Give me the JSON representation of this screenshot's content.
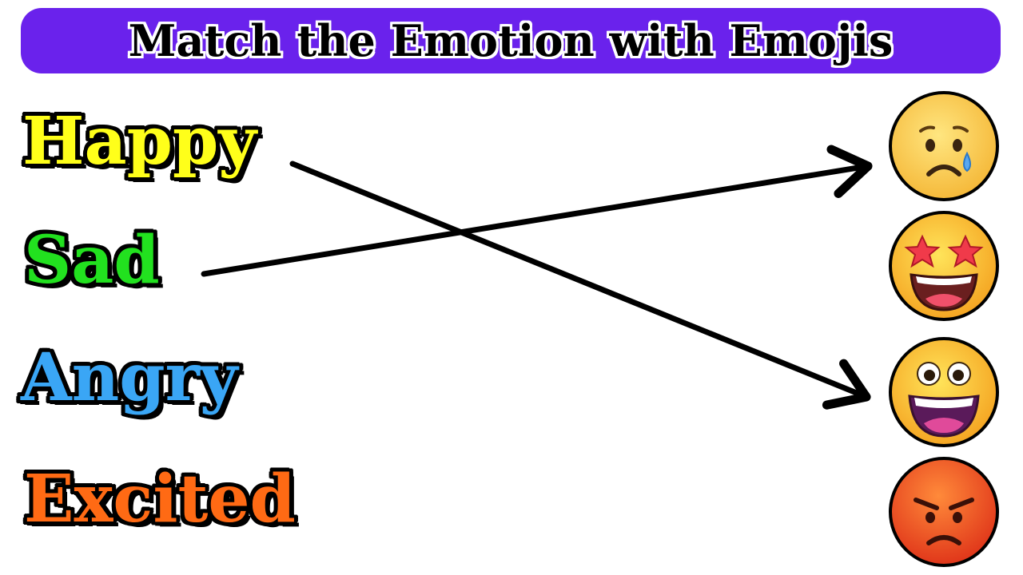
{
  "title": "Match the Emotion with Emojis",
  "words": [
    {
      "id": "happy",
      "label": "Happy",
      "color": "#ffff1a"
    },
    {
      "id": "sad",
      "label": "Sad",
      "color": "#22e11f"
    },
    {
      "id": "angry",
      "label": "Angry",
      "color": "#3aa6f5"
    },
    {
      "id": "excited",
      "label": "Excited",
      "color": "#ff6a14"
    }
  ],
  "emojis": [
    {
      "id": "sad-emoji",
      "icon": "sad-tear-face-icon"
    },
    {
      "id": "starstruck-emoji",
      "icon": "star-eyes-face-icon"
    },
    {
      "id": "grin-emoji",
      "icon": "grinning-face-icon"
    },
    {
      "id": "angry-emoji",
      "icon": "angry-face-icon"
    }
  ],
  "colors": {
    "banner": "#6a22ec",
    "outline": "#000000",
    "arrow": "#000000"
  }
}
